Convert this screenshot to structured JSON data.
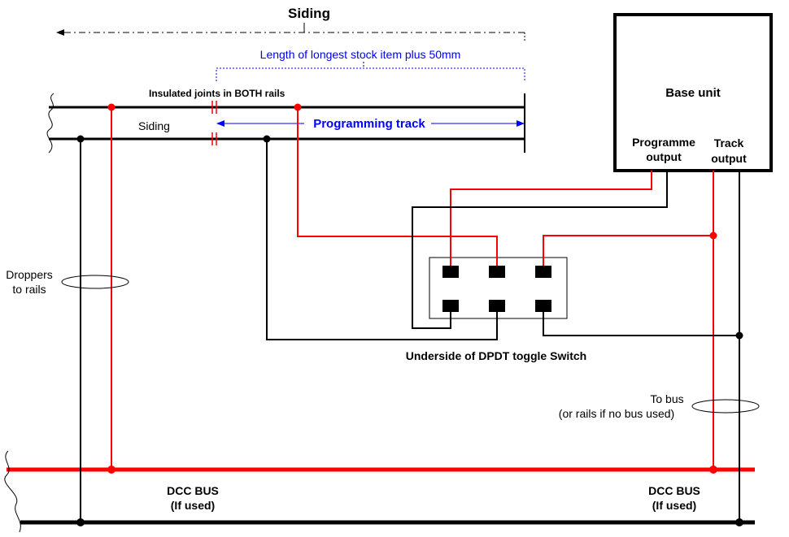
{
  "siding_title": "Siding",
  "length_label": "Length of longest stock item plus 50mm",
  "insulated_joints_label": "Insulated joints in BOTH rails",
  "siding_label": "Siding",
  "programming_track_label": "Programming track",
  "base_unit": {
    "title": "Base unit",
    "programme_output_line1": "Programme",
    "programme_output_line2": "output",
    "track_output_line1": "Track",
    "track_output_line2": "output"
  },
  "droppers_line1": "Droppers",
  "droppers_line2": "to rails",
  "switch_caption": "Underside of DPDT toggle Switch",
  "to_bus_line1": "To bus",
  "to_bus_line2": "(or rails if no bus used)",
  "dcc_bus_left_line1": "DCC BUS",
  "dcc_bus_left_line2": "(If used)",
  "dcc_bus_right_line1": "DCC BUS",
  "dcc_bus_right_line2": "(If used)",
  "colors": {
    "red_wire": "#ff0000",
    "black_wire": "#000000",
    "blue_annotation": "#0000ff"
  }
}
